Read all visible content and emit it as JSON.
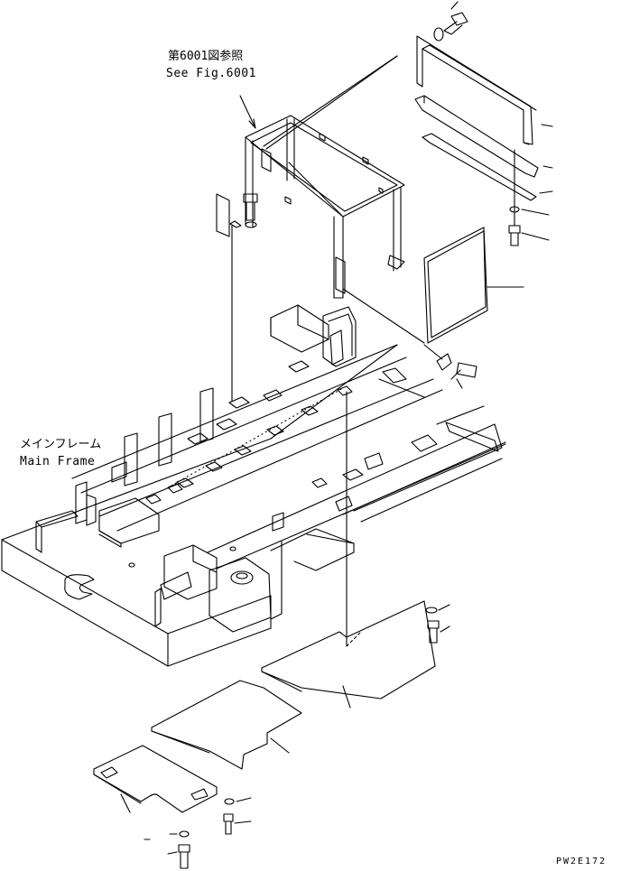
{
  "labels": {
    "fig_ref_ja": "第6001図参照",
    "fig_ref_en": "See Fig.6001",
    "main_frame_ja": "メインフレーム",
    "main_frame_en": "Main Frame",
    "drawing_code": "PW2E172"
  },
  "colors": {
    "line": "#000000",
    "background": "#ffffff"
  }
}
